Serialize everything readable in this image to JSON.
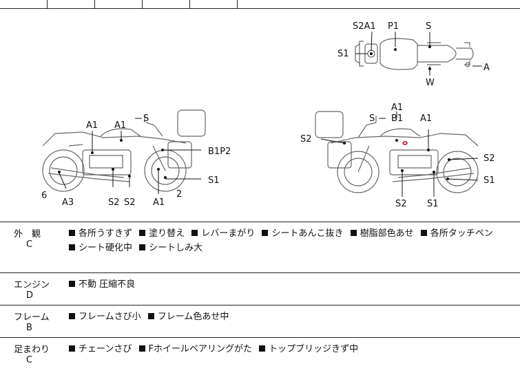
{
  "diagram": {
    "top_view_labels": [
      "S2A1",
      "P1",
      "S",
      "S1",
      "A",
      "W"
    ],
    "left_view_labels": [
      "A1",
      "A1",
      "S",
      "B1P2",
      "6",
      "A3",
      "S2",
      "S2",
      "A1",
      "2",
      "S1"
    ],
    "right_view_labels": [
      "A1",
      "B1",
      "S",
      "A1",
      "S2",
      "S2",
      "S1",
      "S2",
      "S1"
    ]
  },
  "rows": [
    {
      "name": "外　観",
      "grade": "C",
      "items": [
        "各所うすきず",
        "塗り替え",
        "レバーまがり",
        "シートあんこ抜き",
        "樹脂部色あせ",
        "各所タッチペン",
        "シート硬化中",
        "シートしみ大"
      ]
    },
    {
      "name": "エンジン",
      "grade": "D",
      "items": [
        "不動 圧縮不良"
      ]
    },
    {
      "name": "フレーム",
      "grade": "B",
      "items": [
        "フレームさび小",
        "フレーム色あせ中"
      ]
    },
    {
      "name": "足まわり",
      "grade": "C",
      "items": [
        "チェーンさび",
        "Fホイールベアリングがた",
        "トップブリッジきず中"
      ]
    }
  ]
}
